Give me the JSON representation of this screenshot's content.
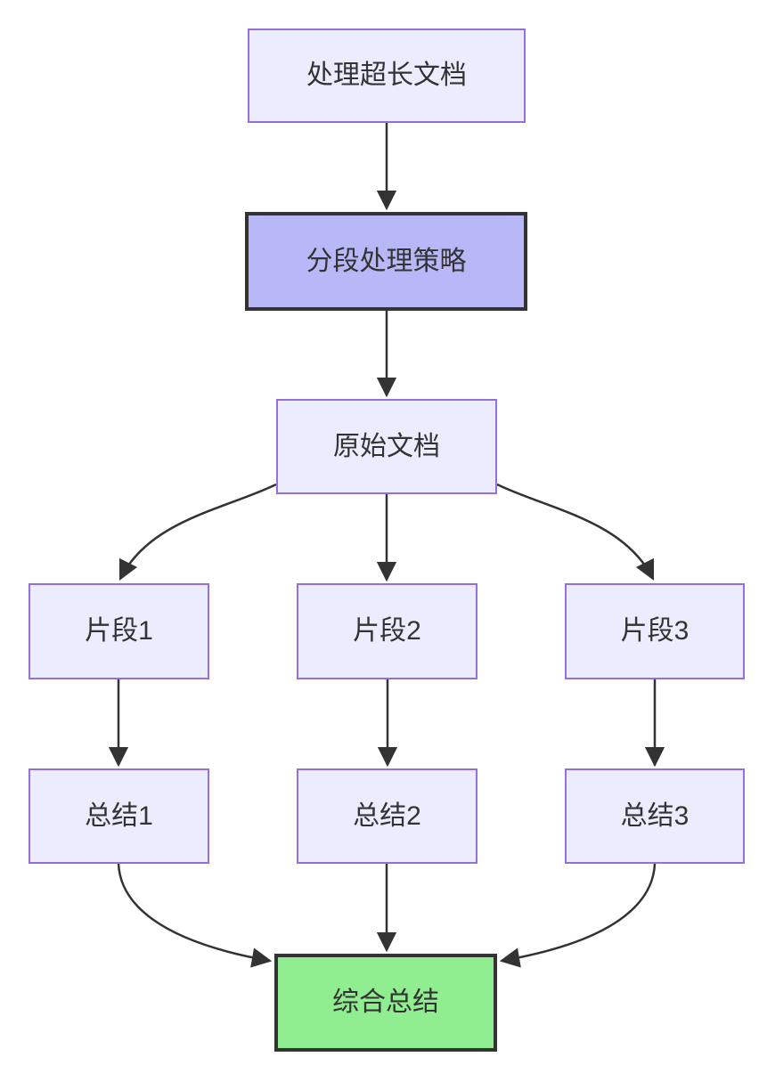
{
  "diagram": {
    "type": "flowchart",
    "direction": "top-to-bottom",
    "nodes": [
      {
        "id": "A",
        "label": "处理超长文档",
        "style": "default"
      },
      {
        "id": "B",
        "label": "分段处理策略",
        "style": "emphasis"
      },
      {
        "id": "C",
        "label": "原始文档",
        "style": "default"
      },
      {
        "id": "D1",
        "label": "片段1",
        "style": "default"
      },
      {
        "id": "D2",
        "label": "片段2",
        "style": "default"
      },
      {
        "id": "D3",
        "label": "片段3",
        "style": "default"
      },
      {
        "id": "E1",
        "label": "总结1",
        "style": "default"
      },
      {
        "id": "E2",
        "label": "总结2",
        "style": "default"
      },
      {
        "id": "E3",
        "label": "总结3",
        "style": "default"
      },
      {
        "id": "F",
        "label": "综合总结",
        "style": "success"
      }
    ],
    "edges": [
      {
        "from": "A",
        "to": "B"
      },
      {
        "from": "B",
        "to": "C"
      },
      {
        "from": "C",
        "to": "D1"
      },
      {
        "from": "C",
        "to": "D2"
      },
      {
        "from": "C",
        "to": "D3"
      },
      {
        "from": "D1",
        "to": "E1"
      },
      {
        "from": "D2",
        "to": "E2"
      },
      {
        "from": "D3",
        "to": "E3"
      },
      {
        "from": "E1",
        "to": "F"
      },
      {
        "from": "E2",
        "to": "F"
      },
      {
        "from": "E3",
        "to": "F"
      }
    ],
    "colors": {
      "node_fill": "#ECECFF",
      "node_border": "#9370DB",
      "emphasis_fill": "#b8b8f8",
      "emphasis_border": "#333333",
      "success_fill": "#90EE90",
      "success_border": "#333333",
      "edge_color": "#333333",
      "text_color": "#333333"
    }
  }
}
